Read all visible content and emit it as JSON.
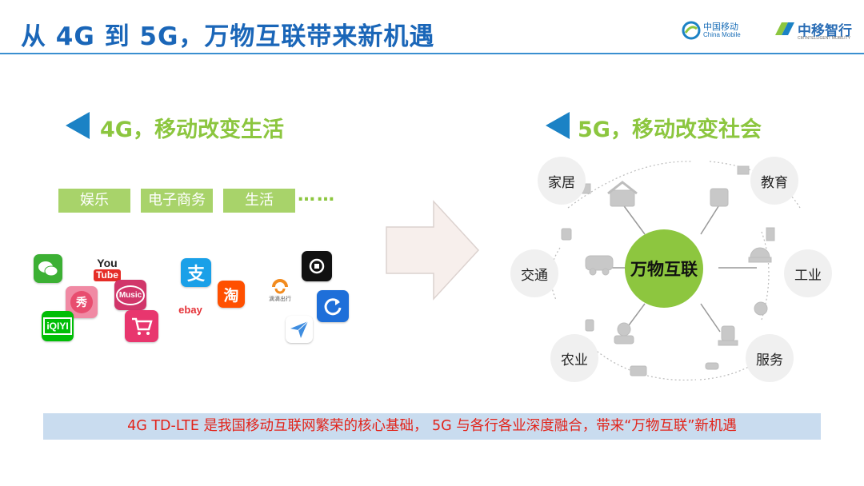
{
  "header": {
    "title": "从 4G 到 5G，万物互联带来新机遇",
    "logo_cm_cn": "中国移动",
    "logo_cm_en": "China Mobile",
    "logo_zy": "中移智行",
    "logo_zy_sub": "CM INTELLIGENT MOBILITY"
  },
  "left": {
    "heading": "4G，移动改变生活",
    "tags": [
      "娱乐",
      "电子商务",
      "生活"
    ],
    "more": "……",
    "apps": {
      "youtube_top": "You",
      "youtube_bottom": "Tube",
      "show": "秀",
      "music": "Music",
      "iqiyi": "iQIYI",
      "alipay": "支",
      "ebay": "ebay",
      "taobao": "淘",
      "didi": "滴滴出行"
    }
  },
  "right": {
    "heading": "5G，移动改变社会",
    "center": "万物互联",
    "nodes": {
      "home": "家居",
      "education": "教育",
      "transport": "交通",
      "industry": "工业",
      "agriculture": "农业",
      "service": "服务"
    }
  },
  "banner": {
    "text": "4G TD-LTE 是我国移动互联网繁荣的核心基础， 5G 与各行各业深度融合，带来“万物互联”新机遇"
  },
  "colors": {
    "title_blue": "#1a66b8",
    "accent_green": "#8cc63f",
    "triangle_blue": "#1b82c5",
    "banner_bg": "#c9dcef",
    "banner_text": "#e2231a"
  }
}
